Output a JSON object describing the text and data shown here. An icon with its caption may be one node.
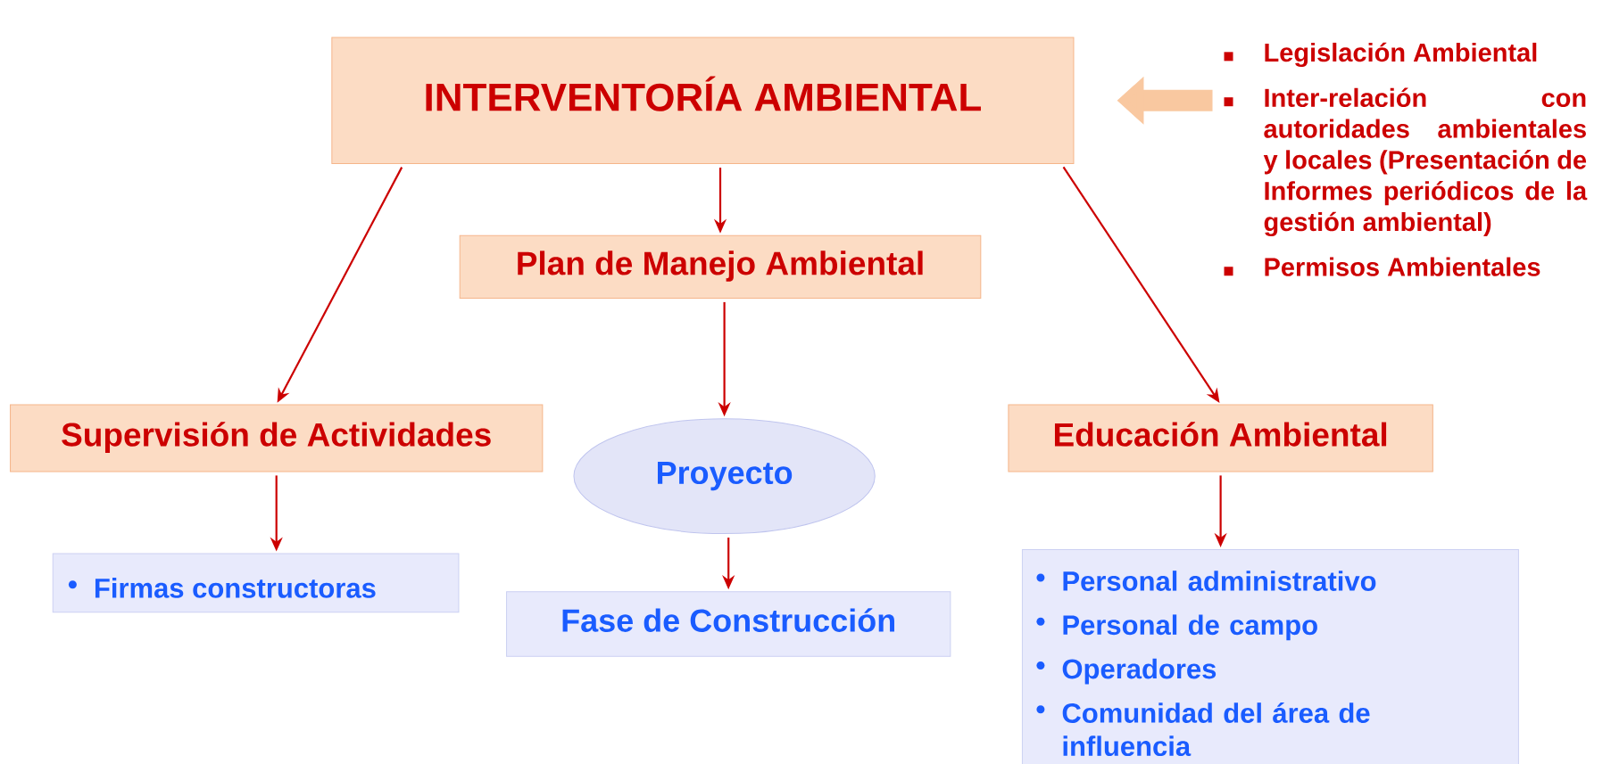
{
  "diagram": {
    "nodes": [
      {
        "text": [
          "INTERVENTORÍA AMBIENTAL"
        ]
      },
      {
        "text": [
          "Plan de Manejo Ambiental"
        ]
      },
      {
        "text": [
          "Supervisión de Actividades"
        ]
      },
      {
        "text": [
          "Proyecto"
        ]
      },
      {
        "text": [
          "Educación Ambiental"
        ]
      },
      {
        "text": [
          "Firmas constructoras"
        ]
      },
      {
        "text": [
          "Fase de Construcción"
        ]
      },
      {
        "text": [
          "Personal administrativo",
          "Personal de campo",
          "Operadores",
          "Comunidad  del área de influencia"
        ]
      },
      {
        "text": [
          "Legislación Ambiental",
          "Inter-relación con autoridades ambientales y locales (Presentación de Informes periódicos de la gestión ambiental)",
          "Permisos Ambientales"
        ]
      }
    ],
    "edges": [
      {
        "from": 8,
        "to": 0,
        "arrow": "to",
        "style": "thick",
        "color": "#f9c8a0"
      },
      {
        "from": 0,
        "to": 2,
        "arrow": "to"
      },
      {
        "from": 0,
        "to": 1,
        "arrow": "to"
      },
      {
        "from": 0,
        "to": 4,
        "arrow": "to"
      },
      {
        "from": 1,
        "to": 3,
        "arrow": "to"
      },
      {
        "from": 2,
        "to": 5,
        "arrow": "to"
      },
      {
        "from": 3,
        "to": 6,
        "arrow": "to"
      },
      {
        "from": 4,
        "to": 7,
        "arrow": "to"
      }
    ]
  }
}
